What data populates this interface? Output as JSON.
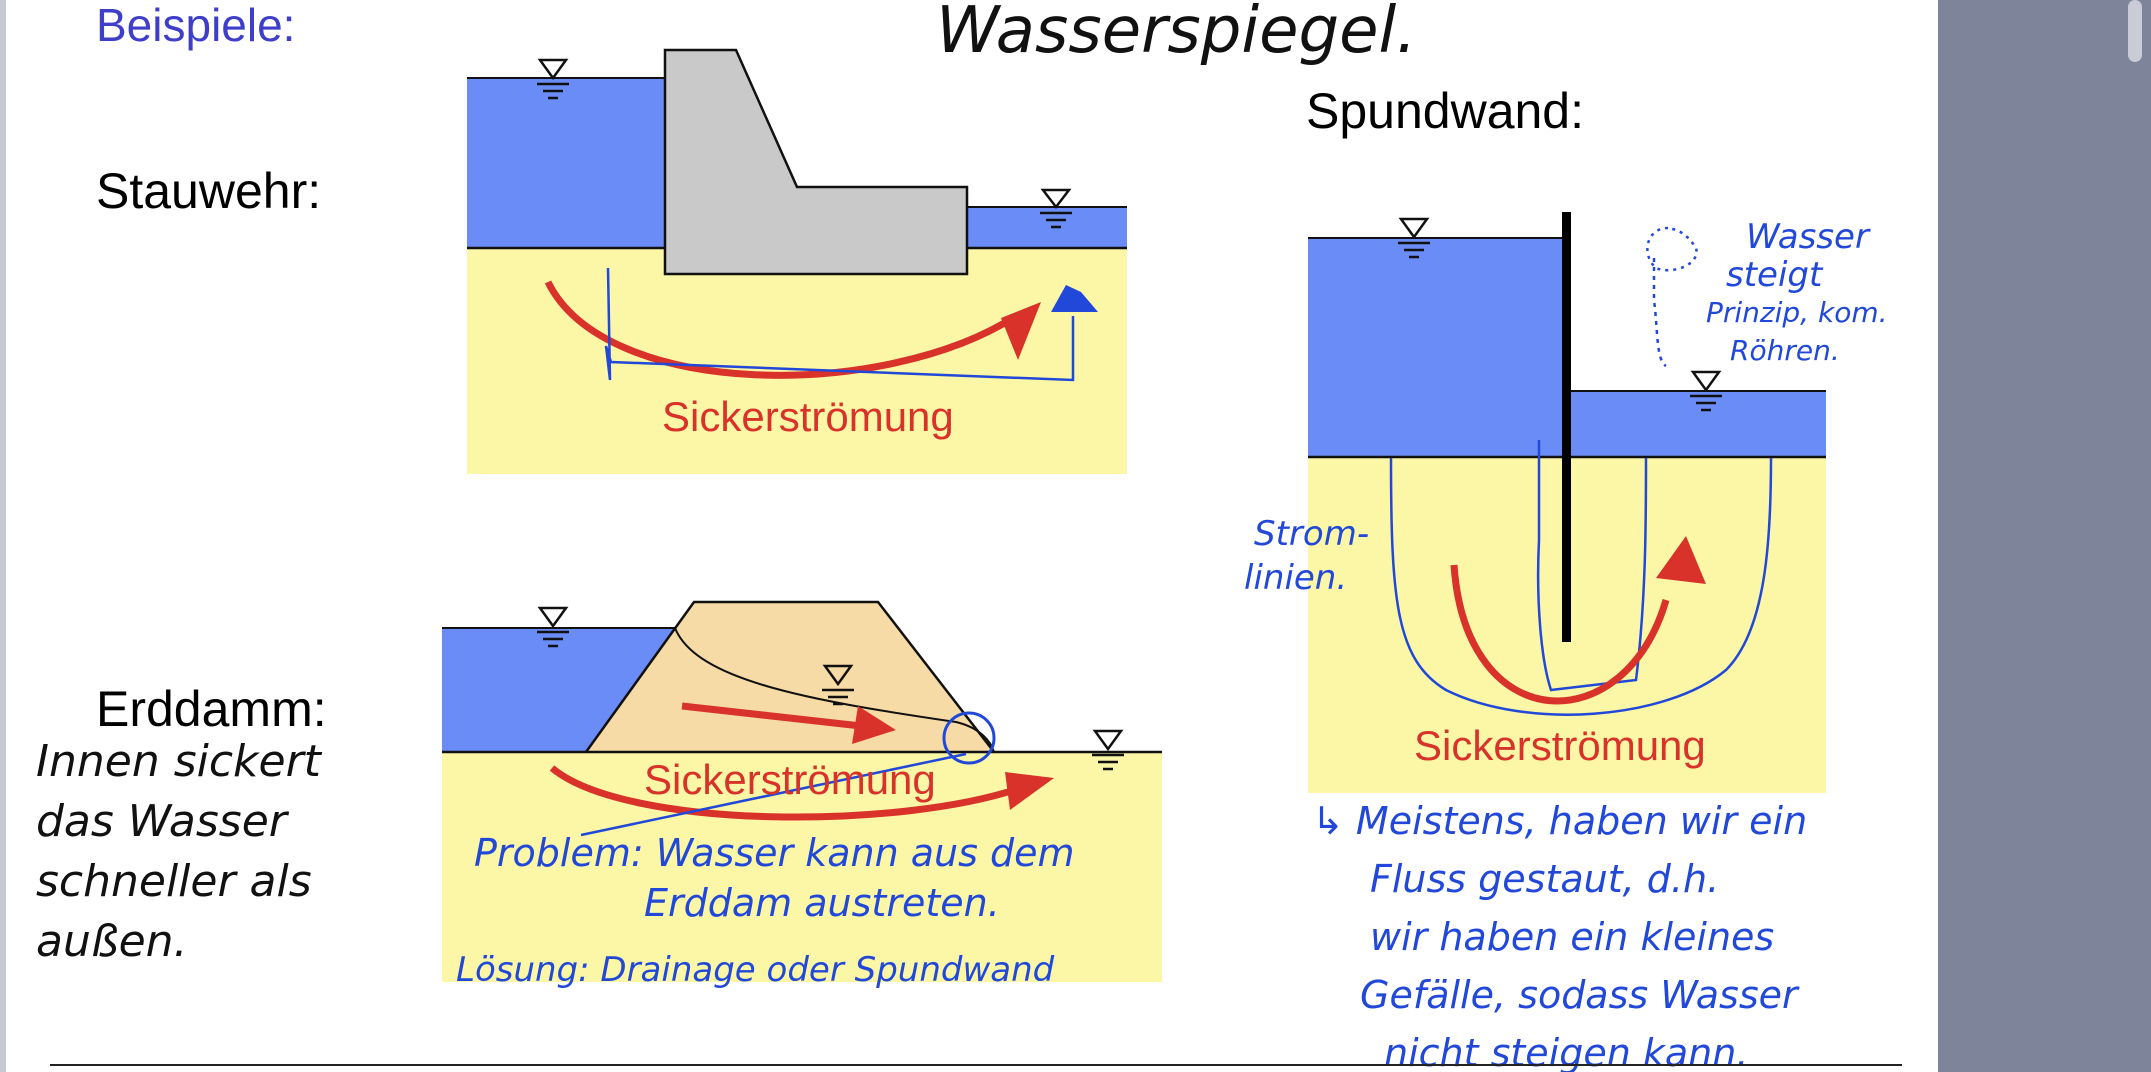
{
  "header": {
    "title": "Beispiele:",
    "scribble_top": "Wasserspiegel."
  },
  "diagrams": {
    "stauwehr": {
      "label": "Stauwehr:",
      "flow_label": "Sickerströmung"
    },
    "erddamm": {
      "label": "Erddamm:",
      "flow_label": "Sickerströmung"
    },
    "spundwand": {
      "label": "Spundwand:",
      "flow_label": "Sickerströmung"
    }
  },
  "notes": {
    "erddamm_left": [
      "Innen sickert",
      "das Wasser",
      "schneller als",
      "außen."
    ],
    "erddamm_problem": [
      "Problem: Wasser kann aus dem",
      "Erddam austreten."
    ],
    "erddamm_loesung": "Lösung: Drainage oder Spundwand",
    "spundwand_top": [
      "Wasser",
      "steigt",
      "Prinzip, kom.",
      "Röhren."
    ],
    "spundwand_lines": [
      "Strom-",
      "linien."
    ],
    "spundwand_bottom": [
      "↳ Meistens, haben wir ein",
      "Fluss gestaut, d.h.",
      "wir haben ein kleines",
      "Gefälle, sodass Wasser",
      "nicht steigen kann."
    ]
  },
  "colors": {
    "water": "#6a8cf7",
    "soil": "#fbf7a6",
    "concrete": "#c9c9c9",
    "dam": "#f7dba6",
    "arrow": "#d8322a",
    "ink_blue": "#2148d8",
    "heading": "#3e3ec9"
  }
}
